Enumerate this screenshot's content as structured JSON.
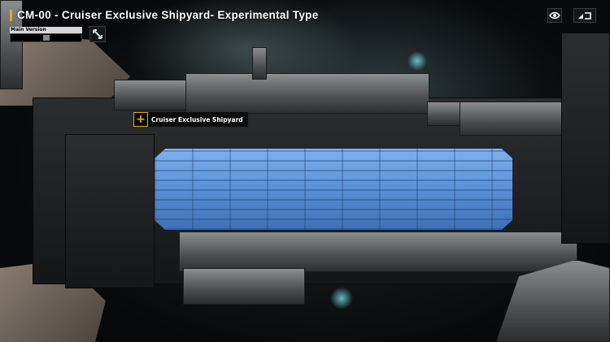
{
  "hud": {
    "title": "CM-00 - Cruiser Exclusive Shipyard- Experimental Type",
    "version_label": "Main Version",
    "version_slider_value": 0.5,
    "accent_color": "#f0a020"
  },
  "buttons": {
    "expand_icon": "expand-arrows-icon",
    "eye_icon": "eye-icon",
    "back_icon": "back-return-icon"
  },
  "target_tag": {
    "label": "Cruiser Exclusive Shipyard",
    "icon": "crosshair-icon"
  }
}
